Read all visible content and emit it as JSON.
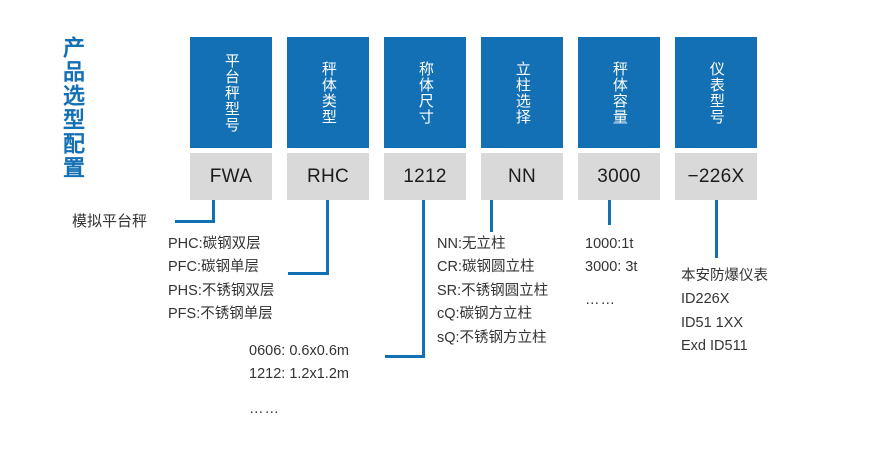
{
  "title": "产品选型配置",
  "colors": {
    "brand_blue": "#1470b4",
    "value_gray": "#d9d9d9",
    "text_dark": "#333333"
  },
  "columns": [
    {
      "header": "平台秤型号",
      "value": "FWA"
    },
    {
      "header": "秤体类型",
      "value": "RHC"
    },
    {
      "header": "称体尺寸",
      "value": "1212"
    },
    {
      "header": "立柱选择",
      "value": "NN"
    },
    {
      "header": "秤体容量",
      "value": "3000"
    },
    {
      "header": "仪表型号",
      "value": "−226X"
    }
  ],
  "notes": {
    "model_lead": "模拟平台秤",
    "scale_type": {
      "lines": [
        "PHC:碳钢双层",
        "PFC:碳钢单层",
        "PHS:不锈钢双层",
        "PFS:不锈钢单层"
      ]
    },
    "size": {
      "lines": [
        "0606: 0.6x0.6m",
        "1212: 1.2x1.2m"
      ],
      "more": "……"
    },
    "column_select": {
      "lines": [
        "NN:无立柱",
        "CR:碳钢圆立柱",
        "SR:不锈钢圆立柱",
        "cQ:碳钢方立柱",
        "sQ:不锈钢方立柱"
      ]
    },
    "capacity": {
      "lines": [
        "1000:1t",
        "3000: 3t"
      ],
      "more": "……"
    },
    "instrument": {
      "lines": [
        "本安防爆仪表",
        "ID226X",
        "ID51 1XX",
        "Exd ID511"
      ]
    }
  }
}
